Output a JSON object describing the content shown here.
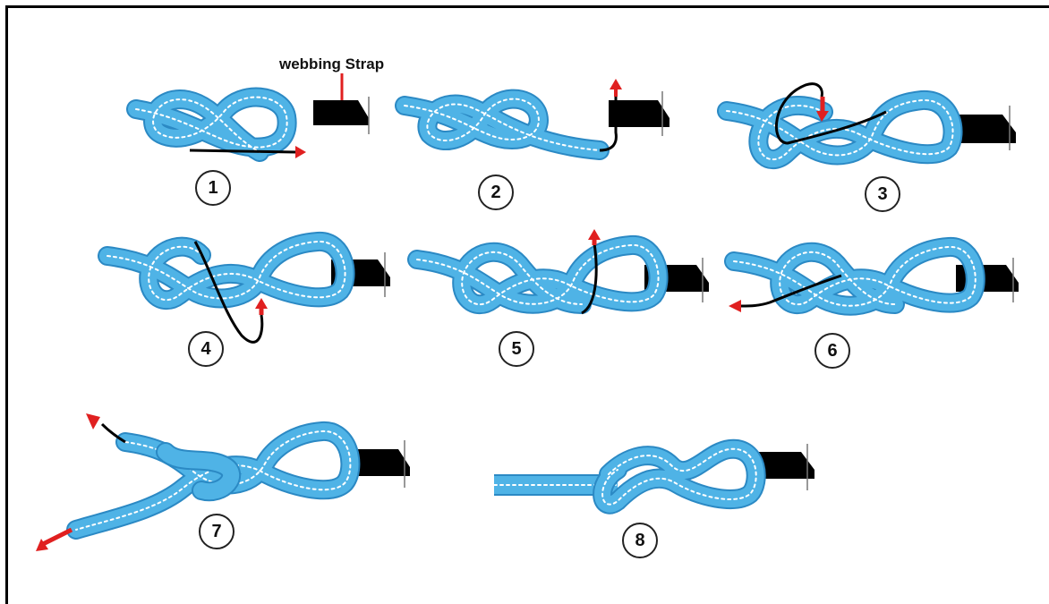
{
  "diagram": {
    "callout_label": "webbing Strap",
    "steps": [
      {
        "number": "1"
      },
      {
        "number": "2"
      },
      {
        "number": "3"
      },
      {
        "number": "4"
      },
      {
        "number": "5"
      },
      {
        "number": "6"
      },
      {
        "number": "7"
      },
      {
        "number": "8"
      }
    ]
  },
  "colors": {
    "rope": "#4fb3e6",
    "rope_stripe": "#ffffff",
    "rope_outline": "#2b89c4",
    "working_end": "#000000",
    "arrow": "#e02020",
    "strap": "#000000",
    "frame": "#000000"
  }
}
